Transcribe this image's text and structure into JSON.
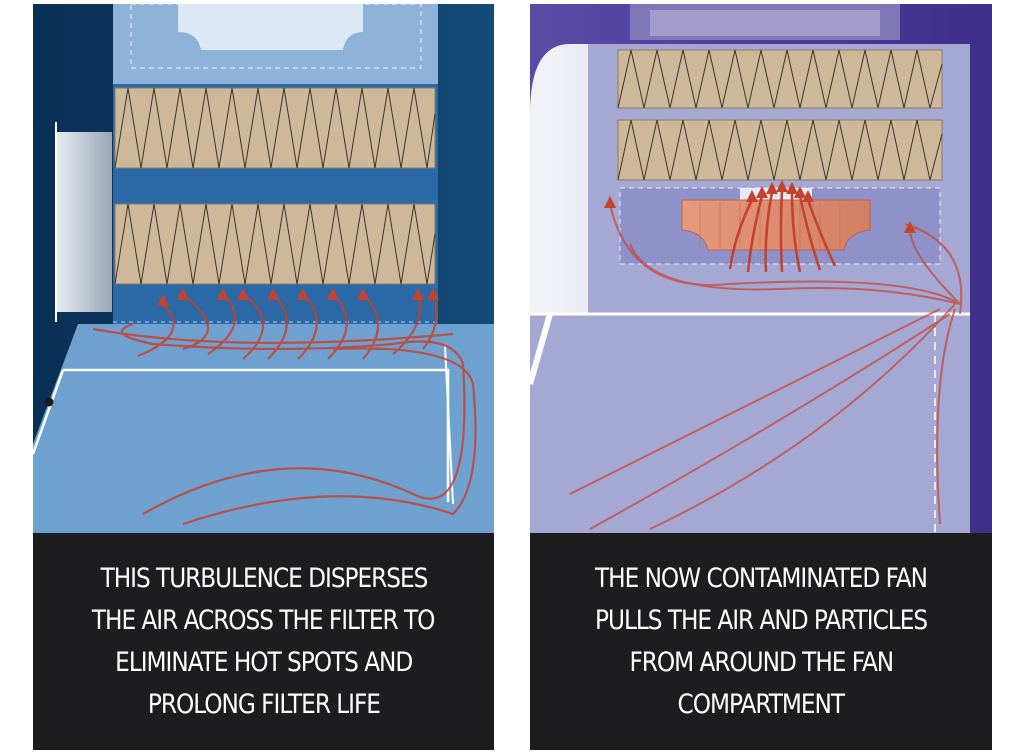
{
  "panels": [
    {
      "caption_lines": [
        "THIS TURBULENCE DISPERSES",
        "THE AIR ACROSS THE FILTER TO",
        "ELIMINATE HOT SPOTS AND",
        "PROLONG FILTER LIFE"
      ]
    },
    {
      "caption_lines": [
        "THE NOW  CONTAMINATED FAN",
        "PULLS THE AIR AND PARTICLES",
        "FROM AROUND THE FAN",
        "COMPARTMENT"
      ]
    }
  ],
  "colors": {
    "left_background": "#0d3a63",
    "right_background": "#4a3a97",
    "filter_media": "#cdb99a",
    "airflow_arrow": "#c4422e",
    "caption_background": "#1d1d1f",
    "caption_text": "#ffffff"
  }
}
